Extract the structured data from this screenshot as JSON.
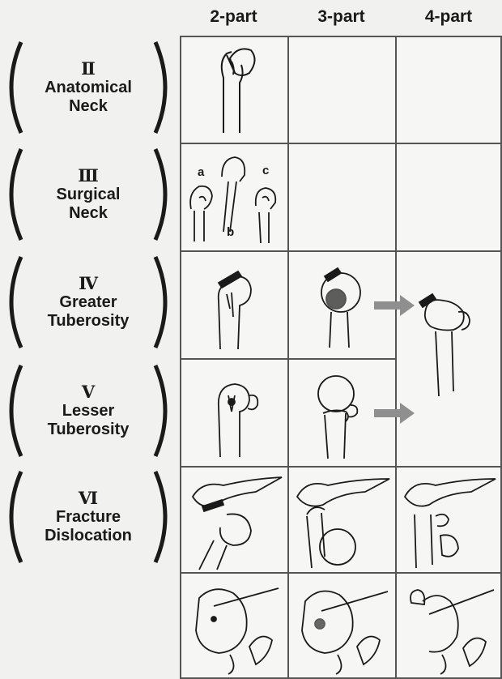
{
  "columns": [
    "2-part",
    "3-part",
    "4-part"
  ],
  "rows": [
    {
      "numeral": "Ⅱ",
      "line1": "Anatomical",
      "line2": "Neck"
    },
    {
      "numeral": "Ⅲ",
      "line1": "Surgical",
      "line2": "Neck"
    },
    {
      "numeral": "Ⅳ",
      "line1": "Greater",
      "line2": "Tuberosity"
    },
    {
      "numeral": "Ⅴ",
      "line1": "Lesser",
      "line2": "Tuberosity"
    },
    {
      "numeral": "Ⅵ",
      "line1": "Fracture",
      "line2": "Dislocation"
    }
  ],
  "surgical_neck_tags": [
    "a",
    "b",
    "c"
  ],
  "colors": {
    "arrow": "#8f8f8f",
    "line": "#555555",
    "ink": "#1a1a1a"
  }
}
